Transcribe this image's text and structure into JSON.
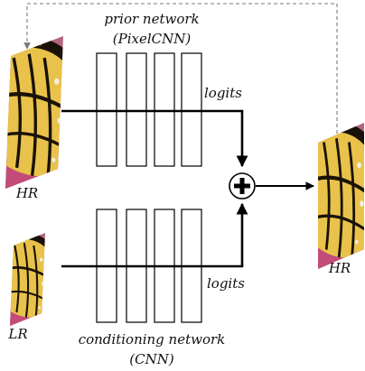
{
  "labels": {
    "prior_network": "prior network",
    "prior_network_sub": "(PixelCNN)",
    "conditioning_network": "conditioning network",
    "conditioning_network_sub": "(CNN)",
    "logits_top": "logits",
    "logits_bottom": "logits",
    "hr_input": "HR",
    "lr_input": "LR",
    "hr_output": "HR"
  },
  "operator": "+",
  "colors": {
    "butterfly_yellow": "#e8c24a",
    "butterfly_orange": "#d97a2a",
    "butterfly_black": "#1a1208",
    "flower_pink": "#c24b78",
    "feedback_gray": "#7a7a7a"
  },
  "layers": {
    "prior_count": 4,
    "conditioning_count": 4
  }
}
